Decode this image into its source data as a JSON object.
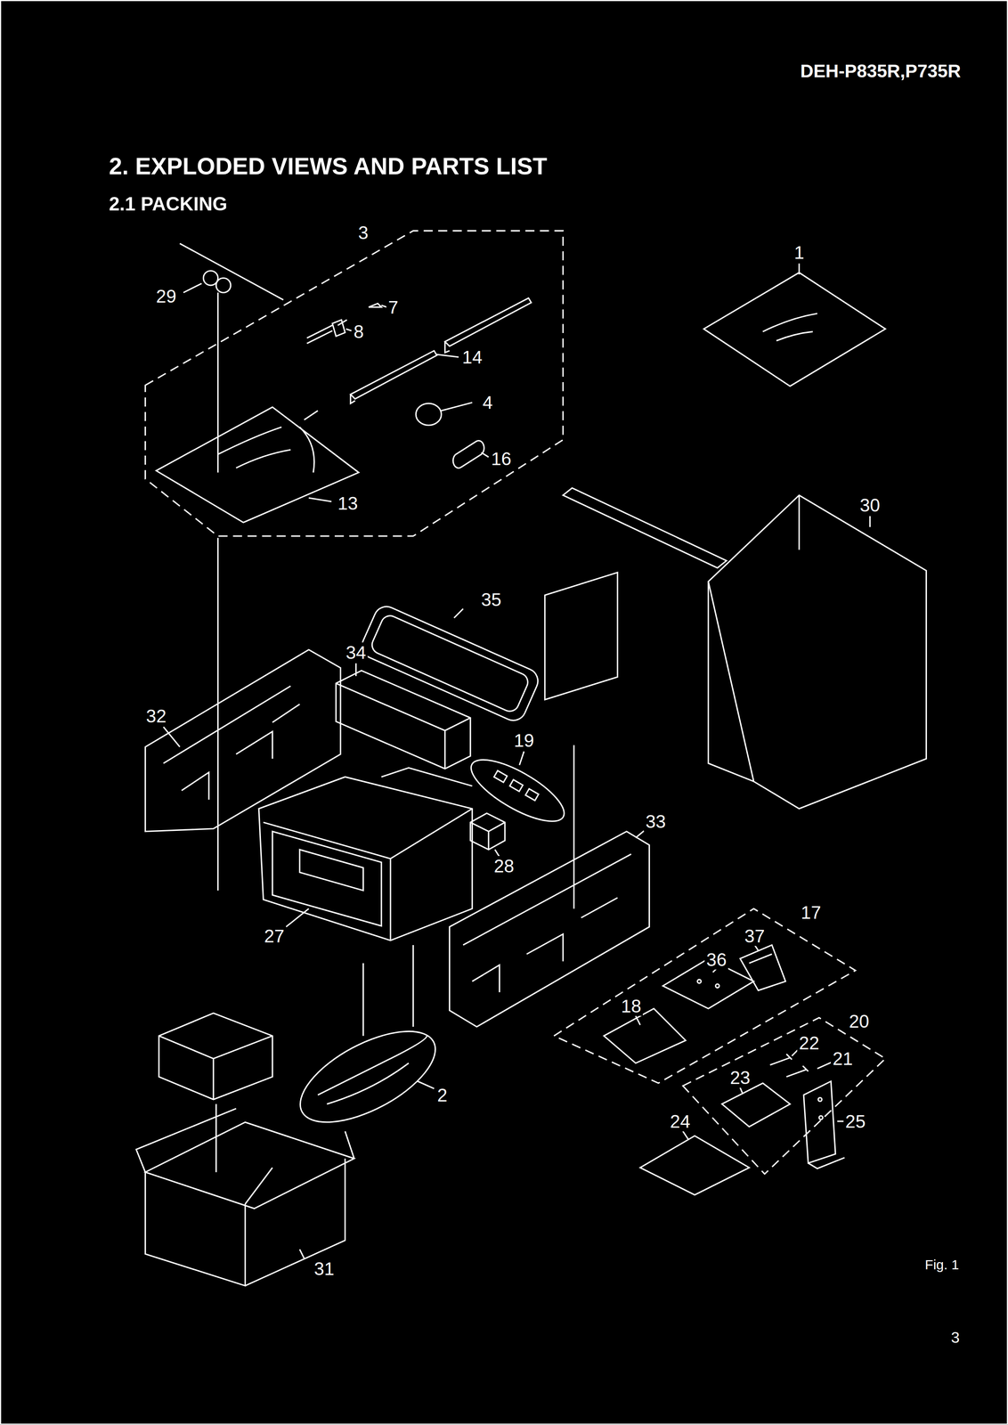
{
  "diagram": {
    "title": "2. EXPLODED VIEWS AND PARTS LIST",
    "caption": "Fig. 1",
    "labels": [
      "DEH-P835R,P735R",
      "2.1 PACKING",
      "3",
      "1",
      "29",
      "7",
      "8",
      "14",
      "4",
      "16",
      "13",
      "30",
      "35",
      "34",
      "32",
      "19",
      "33",
      "28",
      "27",
      "17",
      "37",
      "36",
      "18",
      "20",
      "22",
      "21",
      "23",
      "24",
      "25",
      "2",
      "31",
      "3"
    ]
  }
}
